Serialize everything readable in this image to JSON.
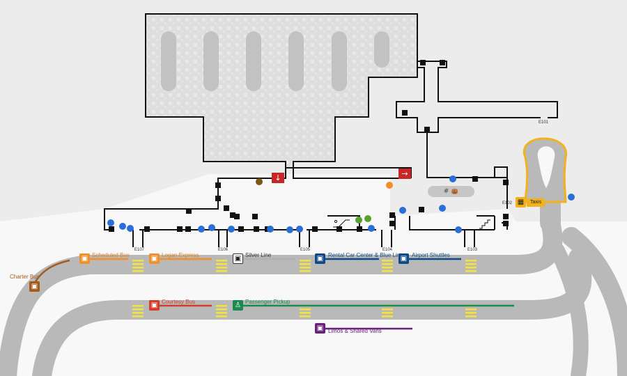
{
  "services": {
    "scheduled_bus": "Scheduled Bus",
    "logan_express": "Logan Express",
    "silver_line": "Silver Line",
    "rental_car": "Rental Car Center & Blue Line",
    "airport_shuttles": "Airport Shuttles",
    "charter_bus": "Charter Bus",
    "courtesy_bus": "Courtesy Bus",
    "passenger_pickup": "Passenger Pickup",
    "limos": "Limos & Shared Vans",
    "taxis": "Taxis"
  },
  "exits": {
    "e101": "E101",
    "e102": "E102",
    "e103": "E103",
    "e104": "E104",
    "e105": "E105",
    "e106": "E106",
    "e107": "E107"
  },
  "amenity_pill": "# 👜",
  "icons": {
    "bus": "bus-icon",
    "taxi": "taxi-icon",
    "arrow_down": "arrow-down-icon",
    "arrow_right": "arrow-right-icon",
    "person_walking": "person-walking-icon",
    "escalator": "escalator-icon",
    "stairs": "stairs-icon"
  },
  "colors": {
    "scheduled_bus": "#f0902a",
    "logan_express": "#f0902a",
    "silver_line": "#6b6b6b",
    "rental_car": "#0e4a86",
    "airport_shuttles": "#0e4a86",
    "charter_bus": "#a35a1c",
    "courtesy_bus": "#d43c2c",
    "passenger_pickup": "#1a8a4f",
    "limos": "#6a1f7a",
    "taxis": "#f3b21b",
    "roadway": "#b9b9b9",
    "crosswalk": "#f3e33c",
    "building": "#dcdcdc"
  }
}
